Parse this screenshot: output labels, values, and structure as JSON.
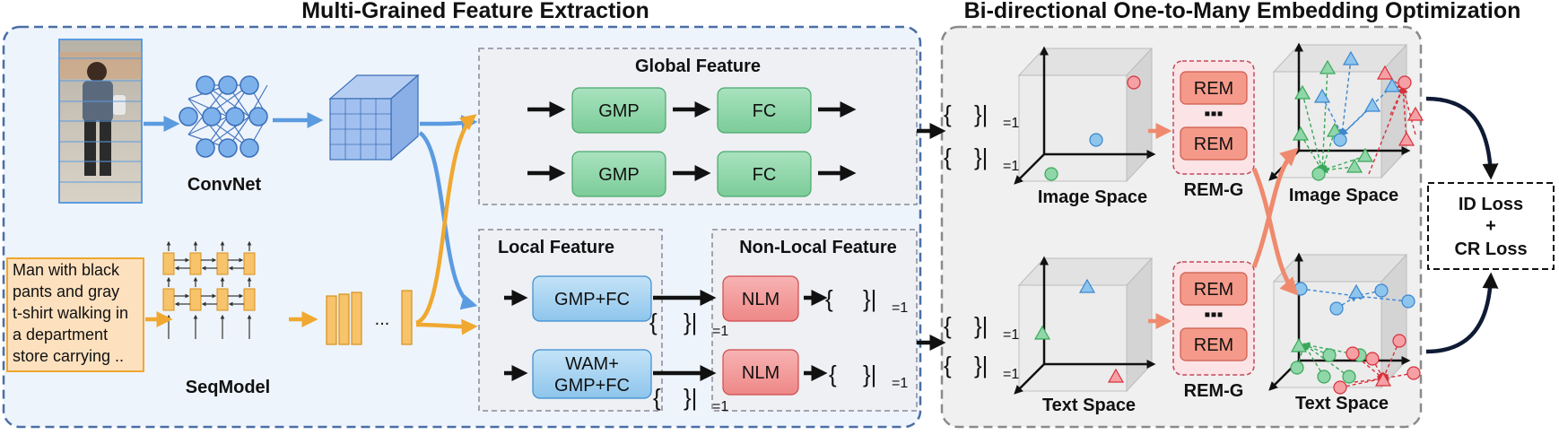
{
  "titles": {
    "left": "Multi-Grained Feature Extraction",
    "right": "Bi-directional One-to-Many Embedding Optimization"
  },
  "labels": {
    "convnet": "ConvNet",
    "seqmodel": "SeqModel",
    "global_feature": "Global Feature",
    "local_feature": "Local Feature",
    "nonlocal_feature": "Non-Local Feature",
    "image_space": "Image Space",
    "text_space": "Text Space",
    "rem_g": "REM-G"
  },
  "caption": [
    "Man with black",
    "pants and gray",
    "t-shirt walking in",
    "a  department",
    "store carrying .."
  ],
  "blocks": {
    "gmp": "GMP",
    "fc": "FC",
    "gmp_fc": "GMP+FC",
    "wam": "WAM+",
    "nlm": "NLM",
    "rem": "REM",
    "dots": "▪▪▪",
    "seq_dots": "..."
  },
  "notation": {
    "open": "{",
    "close": "}|",
    "sub": "=1"
  },
  "loss": {
    "id": "ID Loss",
    "plus": "+",
    "cr": "CR Loss"
  },
  "colors": {
    "blue_frame": "#4a6fa5",
    "gray_frame": "#8a8a8a",
    "green_box": "#8fd6a8",
    "blue_box": "#a9d3f0",
    "red_box": "#f19a9a",
    "orange": "#f0a830",
    "arrow_blue": "#5b9be0",
    "salmon": "#ef8a6e"
  }
}
